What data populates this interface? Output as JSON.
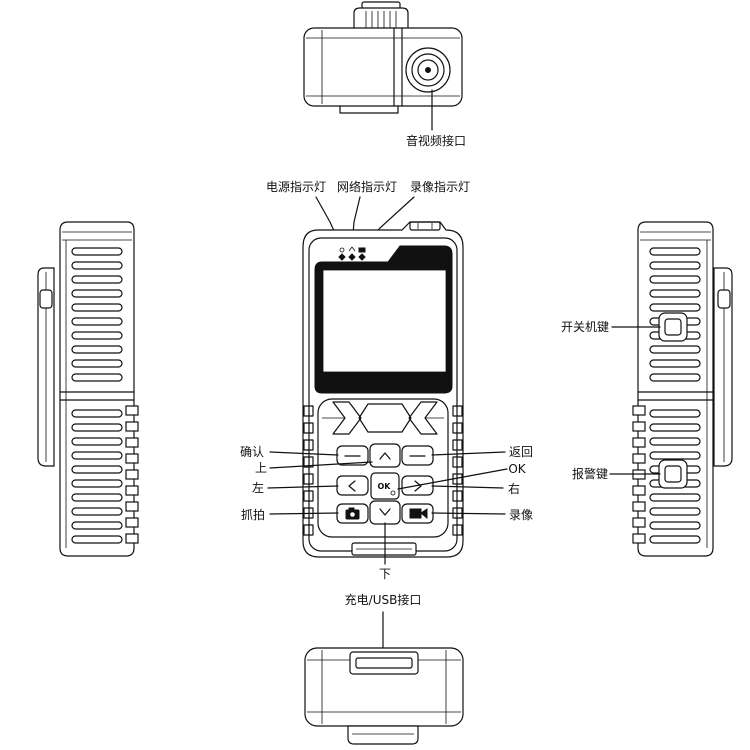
{
  "labels": {
    "av_port": "音视频接口",
    "power_led": "电源指示灯",
    "network_led": "网络指示灯",
    "record_led": "录像指示灯",
    "power_key": "开关机键",
    "alarm_key": "报警键",
    "confirm": "确认",
    "back": "返回",
    "up": "上",
    "ok": "OK",
    "left": "左",
    "right": "右",
    "snapshot": "抓拍",
    "record": "录像",
    "down": "下",
    "usb_port": "充电/USB接口"
  },
  "keys": {
    "ok_glyph": "OK"
  },
  "colors": {
    "line": "#111111",
    "background": "#ffffff"
  }
}
